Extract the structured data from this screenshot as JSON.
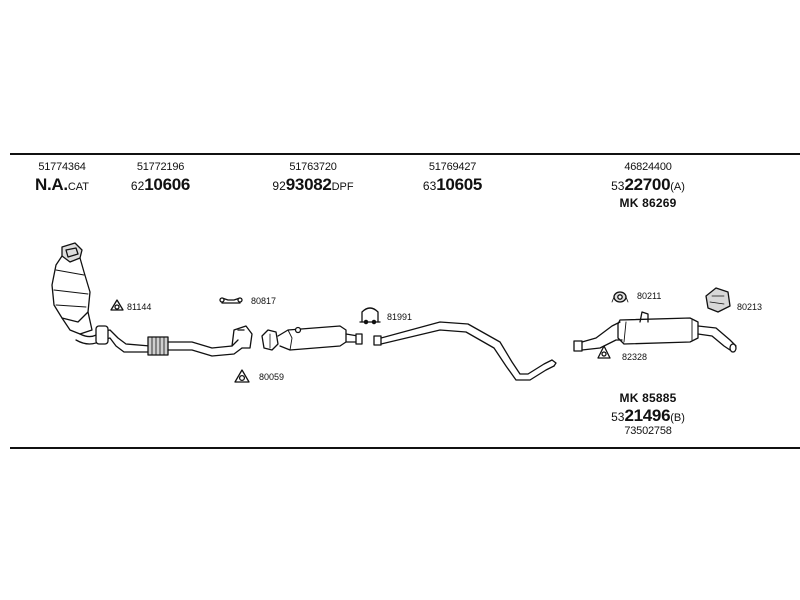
{
  "header": {
    "col1": {
      "part": "51774364",
      "title_main": "N.A.",
      "title_suffix": "CAT"
    },
    "col2": {
      "part": "51772196",
      "code_prefix": "62",
      "code_main": "10606"
    },
    "col3": {
      "part": "51763720",
      "code_prefix": "92",
      "code_main": "93082",
      "code_suffix": "DPF"
    },
    "col4": {
      "part": "51769427",
      "code_prefix": "63",
      "code_main": "10605"
    },
    "col5": {
      "part": "46824400",
      "code_prefix": "53",
      "code_main": "22700",
      "code_suffix": "(A)",
      "kit": "MK  86269"
    }
  },
  "footer": {
    "kit": "MK  85885",
    "code_prefix": "53",
    "code_main": "21496",
    "code_suffix": "(B)",
    "part": "73502758"
  },
  "labels": {
    "l81144": "81144",
    "l80817": "80817",
    "l80059": "80059",
    "l81991": "81991",
    "l80211": "80211",
    "l80213": "80213",
    "l82328": "82328"
  }
}
